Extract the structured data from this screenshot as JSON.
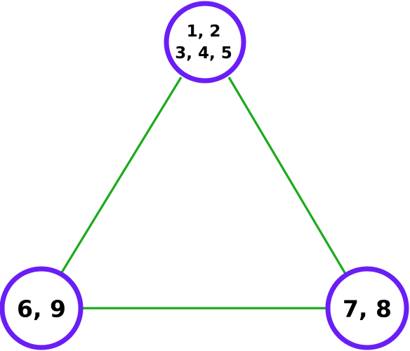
{
  "colors": {
    "edge": "#1aaa1a",
    "node_border": "#6a1ef5",
    "node_fill": "#ffffff",
    "label_text": "#000000"
  },
  "nodes": {
    "top": {
      "line1": "1, 2",
      "line2": "3, 4, 5"
    },
    "left": {
      "label": "6, 9"
    },
    "right": {
      "label": "7, 8"
    }
  },
  "edges": [
    {
      "from": "top",
      "to": "left"
    },
    {
      "from": "top",
      "to": "right"
    },
    {
      "from": "left",
      "to": "right"
    }
  ]
}
